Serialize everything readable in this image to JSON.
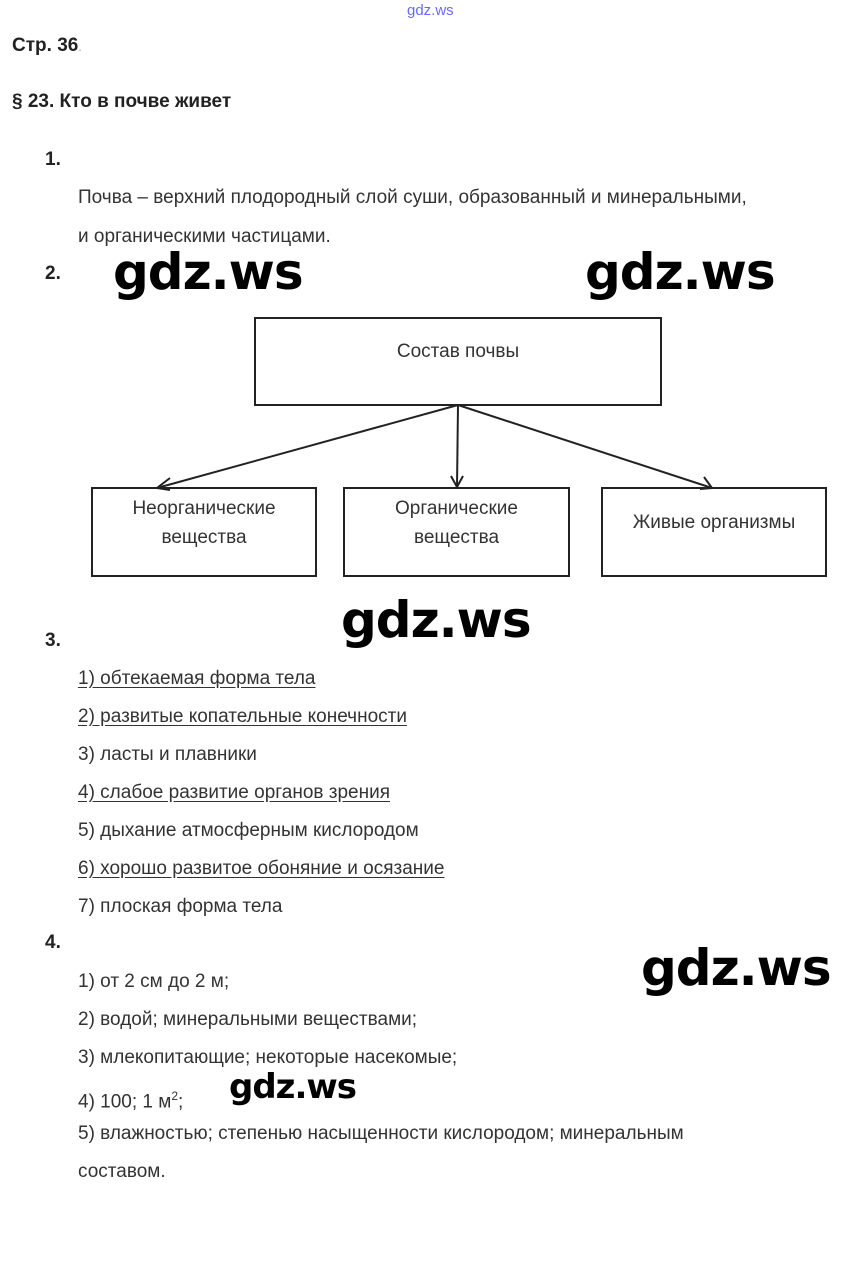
{
  "watermark_top": "gdz.ws",
  "page_label": "Стр. 36",
  "page_label_dot": ".",
  "section_title": "§ 23. Кто в почве живет",
  "tasks": {
    "t1": {
      "number": "1.",
      "lines": [
        "Почва – верхний плодородный слой суши, образованный и минеральными,",
        "и органическими частицами."
      ]
    },
    "t2": {
      "number": "2.",
      "diagram": {
        "root": "Состав почвы",
        "children": [
          [
            "Неорганические",
            "вещества"
          ],
          [
            "Органические",
            "вещества"
          ],
          [
            "Живые организмы"
          ]
        ]
      }
    },
    "t3": {
      "number": "3.",
      "items": [
        {
          "text": "1) обтекаемая форма тела",
          "underlined": true
        },
        {
          "text": "2) развитые копательные конечности",
          "underlined": true
        },
        {
          "text": "3) ласты и плавники",
          "underlined": false
        },
        {
          "text": "4) слабое развитие органов зрения",
          "underlined": true
        },
        {
          "text": "5) дыхание атмосферным кислородом",
          "underlined": false
        },
        {
          "text": "6) хорошо развитое обоняние и осязание",
          "underlined": true
        },
        {
          "text": "7) плоская форма тела",
          "underlined": false
        }
      ]
    },
    "t4": {
      "number": "4.",
      "items": [
        "1) от 2 см до 2 м;",
        "2) водой; минеральными веществами;",
        "3) млекопитающие; некоторые насекомые;",
        "4) 100; 1 м",
        "5) влажностью; степенью насыщенности кислородом; минеральным",
        "составом."
      ],
      "item4_sup": "2",
      "item4_tail": ";"
    }
  },
  "watermarks": [
    "gdz.ws",
    "gdz.ws",
    "gdz.ws",
    "gdz.ws",
    "gdz.ws"
  ]
}
